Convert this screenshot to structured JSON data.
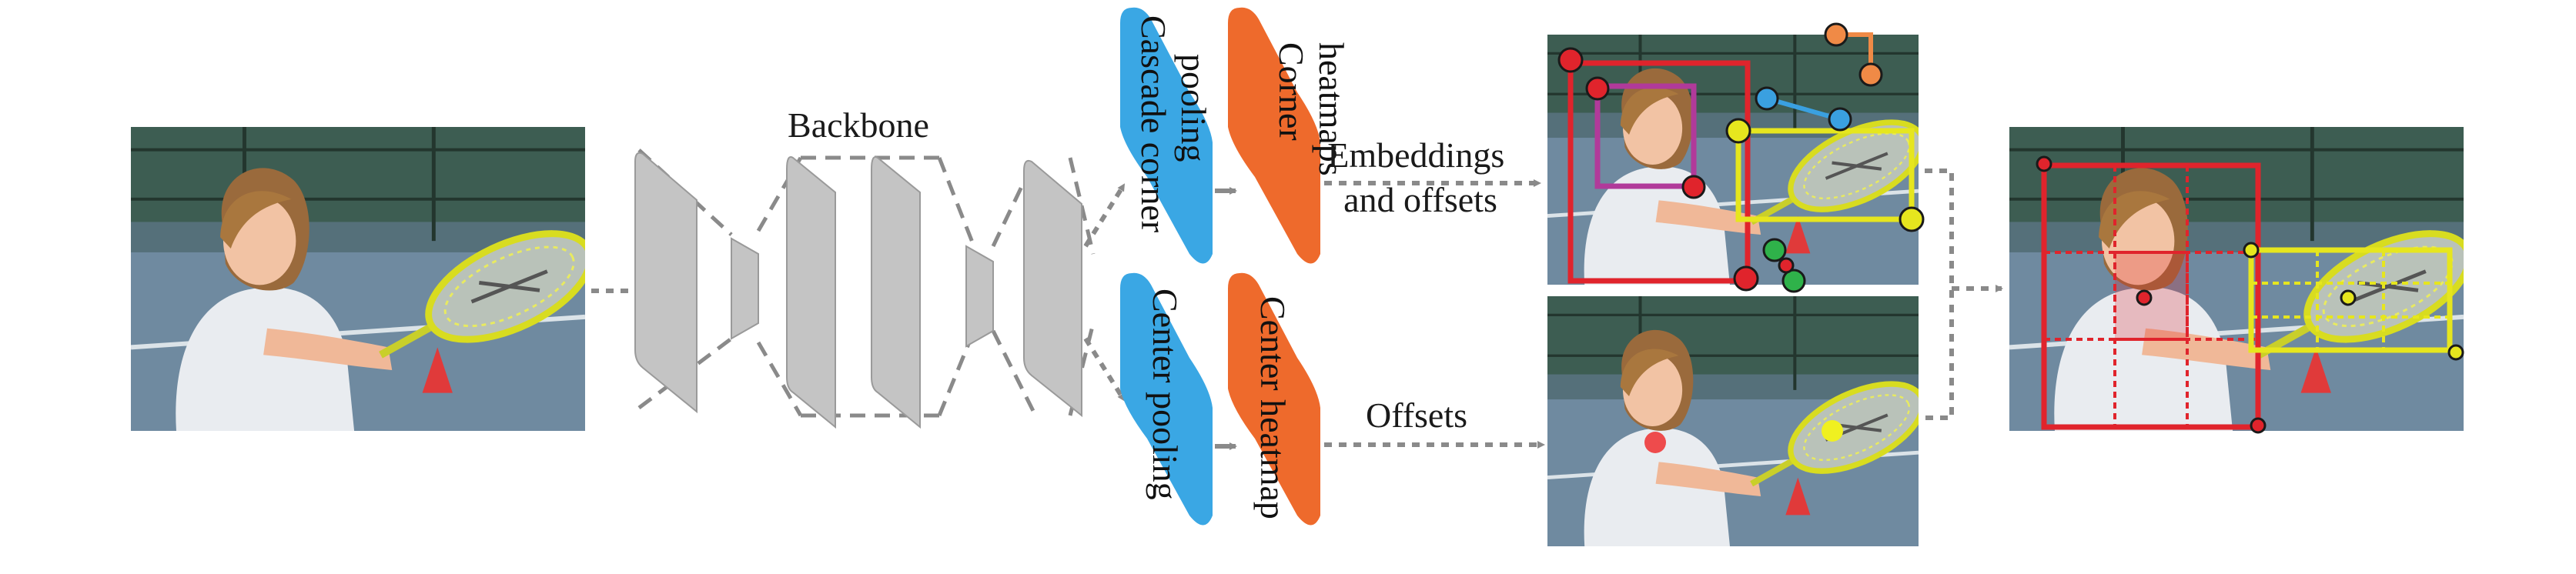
{
  "labels": {
    "backbone": "Backbone",
    "embeddings_line1": "Embeddings",
    "embeddings_line2": "and offsets",
    "offsets": "Offsets"
  },
  "modules": {
    "cascade_corner_pooling_line1": "Cascade corner",
    "cascade_corner_pooling_line2": "pooling",
    "corner_heatmaps_line1": "Corner",
    "corner_heatmaps_line2": "heatmaps",
    "center_pooling": "Center pooling",
    "center_heatmap": "Center heatmap"
  },
  "colors": {
    "pooling_blue": "#3aa7e4",
    "heatmap_orange": "#ee6a2c",
    "backbone_gray": "#c4c4c4",
    "arrow_gray": "#8a8a8a",
    "box_red": "#e0242c",
    "box_yellow": "#e6e61e",
    "embed_blue": "#3aa0e0",
    "embed_orange": "#f08a46",
    "embed_green": "#2fb24a"
  }
}
